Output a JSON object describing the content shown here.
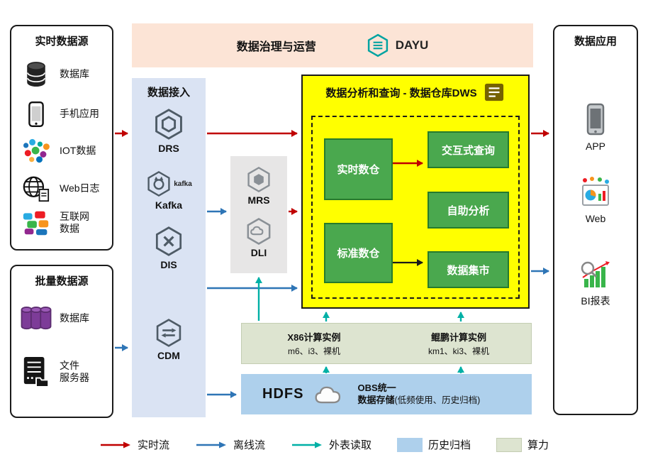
{
  "palette": {
    "realtime_flow": "#c00000",
    "offline_flow": "#2e75b6",
    "external_read": "#00b0a6",
    "governance_bg": "#fce4d6",
    "ingestion_bg": "#dae3f3",
    "processing_bg": "#e7e6e6",
    "dws_bg": "#ffff00",
    "module_green": "#4aa84e",
    "compute_bg": "#dde4d0",
    "storage_bg": "#aed0ec"
  },
  "realtime_sources": {
    "title": "实时数据源",
    "items": [
      {
        "icon": "database-icon",
        "label": "数据库"
      },
      {
        "icon": "phone-icon",
        "label": "手机应用"
      },
      {
        "icon": "iot-icon",
        "label": "IOT数据"
      },
      {
        "icon": "web-log-icon",
        "label": "Web日志"
      },
      {
        "icon": "internet-icon",
        "label": "互联网\n数据"
      }
    ]
  },
  "batch_sources": {
    "title": "批量数据源",
    "items": [
      {
        "icon": "database-stack-icon",
        "label": "数据库"
      },
      {
        "icon": "file-server-icon",
        "label": "文件\n服务器"
      }
    ]
  },
  "governance": {
    "title": "数据治理与运营",
    "logo_text": "DAYU"
  },
  "ingestion": {
    "title": "数据接入",
    "items": [
      {
        "label": "DRS"
      },
      {
        "label": "Kafka",
        "logo_text": "kafka"
      },
      {
        "label": "DIS"
      },
      {
        "label": "CDM"
      }
    ]
  },
  "processing": {
    "items": [
      {
        "label": "MRS"
      },
      {
        "label": "DLI"
      }
    ]
  },
  "dws": {
    "title": "数据分析和查询 - 数据仓库DWS",
    "warehouses": [
      {
        "label": "实时数仓"
      },
      {
        "label": "标准数仓"
      }
    ],
    "services": [
      {
        "label": "交互式查询"
      },
      {
        "label": "自助分析"
      },
      {
        "label": "数据集市"
      }
    ]
  },
  "compute": {
    "instances": [
      {
        "title": "X86计算实例",
        "subtitle": "m6、i3、裸机"
      },
      {
        "title": "鲲鹏计算实例",
        "subtitle": "km1、ki3、裸机"
      }
    ]
  },
  "storage": {
    "title": "HDFS",
    "obs_line1": "OBS统一",
    "obs_line2": "数据存储",
    "obs_note": "(低频使用、历史归档)"
  },
  "applications": {
    "title": "数据应用",
    "items": [
      {
        "label": "APP"
      },
      {
        "label": "Web"
      },
      {
        "label": "BI报表"
      }
    ]
  },
  "legend": {
    "items": [
      {
        "type": "arrow",
        "color": "#c00000",
        "label": "实时流"
      },
      {
        "type": "arrow",
        "color": "#2e75b6",
        "label": "离线流"
      },
      {
        "type": "arrow",
        "color": "#00b0a6",
        "label": "外表读取"
      },
      {
        "type": "swatch",
        "color": "#aed0ec",
        "label": "历史归档"
      },
      {
        "type": "swatch",
        "color": "#dde4d0",
        "label": "算力"
      }
    ]
  }
}
